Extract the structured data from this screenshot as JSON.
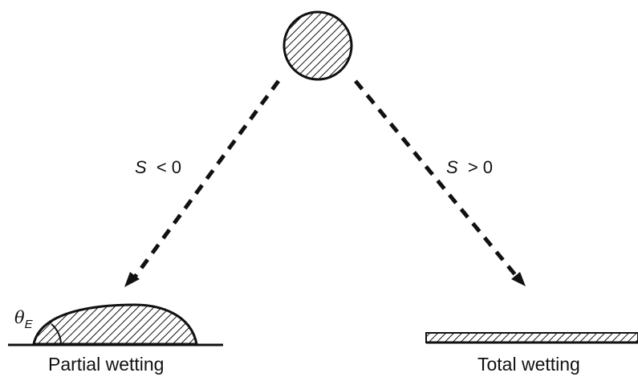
{
  "arrows": {
    "left_label_var": "S",
    "left_label_rel": "< 0",
    "right_label_var": "S",
    "right_label_rel": "> 0"
  },
  "partial": {
    "angle_symbol": "θ",
    "angle_subscript": "E",
    "caption": "Partial wetting"
  },
  "total": {
    "caption": "Total wetting"
  }
}
